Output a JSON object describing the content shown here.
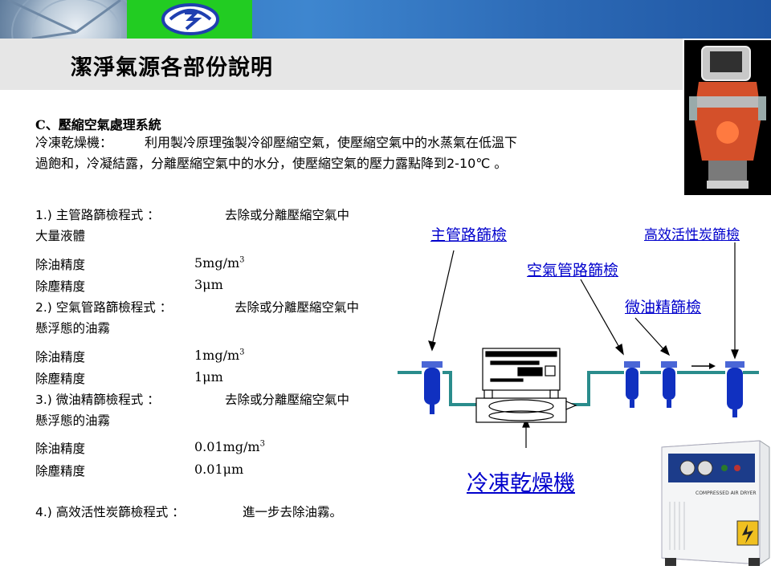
{
  "header": {
    "title": "潔淨氣源各部份說明"
  },
  "section": {
    "heading": "C、壓縮空氣處理系統",
    "intro_label": "冷凍乾燥機：",
    "intro_line1": "利用製冷原理強製冷卻壓縮空氣，使壓縮空氣中的水蒸氣在低溫下",
    "intro_line2": "過飽和，冷凝結露，分離壓縮空氣中的水分，使壓縮空氣的壓力露點降到2-10℃ 。"
  },
  "items": [
    {
      "title": "1.) 主管路篩檢程式 ：",
      "desc": "去除或分離壓縮空氣中",
      "desc2": "大量液體",
      "oil_label": "除油精度",
      "oil_value": "5mg/m",
      "dust_label": "除塵精度",
      "dust_value": "3μm"
    },
    {
      "title": "2.) 空氣管路篩檢程式 ：",
      "desc": "去除或分離壓縮空氣中",
      "desc2": "懸浮態的油霧",
      "oil_label": "除油精度",
      "oil_value": "1mg/m",
      "dust_label": "除塵精度",
      "dust_value": "1μm"
    },
    {
      "title": "3.) 微油精篩檢程式 ：",
      "desc": "去除或分離壓縮空氣中",
      "desc2": "懸浮態的油霧",
      "oil_label": "除油精度",
      "oil_value": "0.01mg/m",
      "dust_label": "除塵精度",
      "dust_value": "0.01μm"
    },
    {
      "title": "4.) 高效活性炭篩檢程式 ：",
      "desc": "進一步去除油霧。"
    }
  ],
  "unit_superscript": "3",
  "diagram_labels": {
    "main_filter": "主管路篩檢",
    "carbon_filter": "高效活性炭篩檢",
    "air_filter": "空氣管路篩檢",
    "micro_filter": "微油精篩檢",
    "dryer": "冷凍乾燥機"
  },
  "dryer_panel_text": "COMPRESSED AIR DRYER",
  "colors": {
    "banner": "#2f6fb8",
    "logo_bg": "#22cc22",
    "link_blue": "#0000cc",
    "filter_blue": "#1030c0",
    "pipe_teal": "#2a8c8c"
  }
}
